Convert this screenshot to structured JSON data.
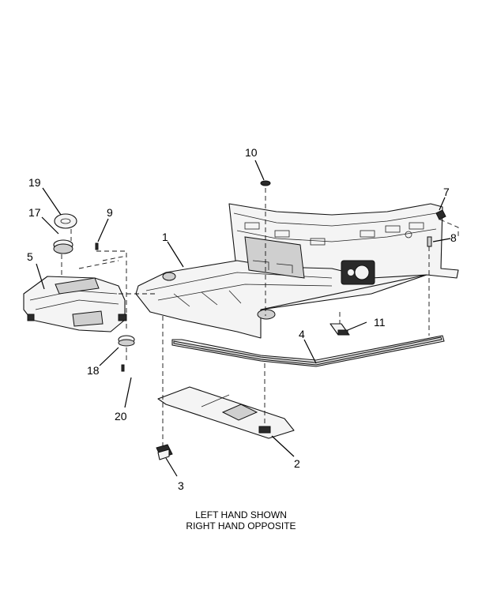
{
  "callouts": [
    {
      "id": "c1",
      "label": "1"
    },
    {
      "id": "c2",
      "label": "2"
    },
    {
      "id": "c3",
      "label": "3"
    },
    {
      "id": "c4",
      "label": "4"
    },
    {
      "id": "c5",
      "label": "5"
    },
    {
      "id": "c7",
      "label": "7"
    },
    {
      "id": "c8",
      "label": "8"
    },
    {
      "id": "c9",
      "label": "9"
    },
    {
      "id": "c10",
      "label": "10"
    },
    {
      "id": "c11",
      "label": "11"
    },
    {
      "id": "c17",
      "label": "17"
    },
    {
      "id": "c18",
      "label": "18"
    },
    {
      "id": "c19",
      "label": "19"
    },
    {
      "id": "c20",
      "label": "20"
    }
  ],
  "caption": {
    "line1": "LEFT HAND SHOWN",
    "line2": "RIGHT HAND OPPOSITE"
  }
}
